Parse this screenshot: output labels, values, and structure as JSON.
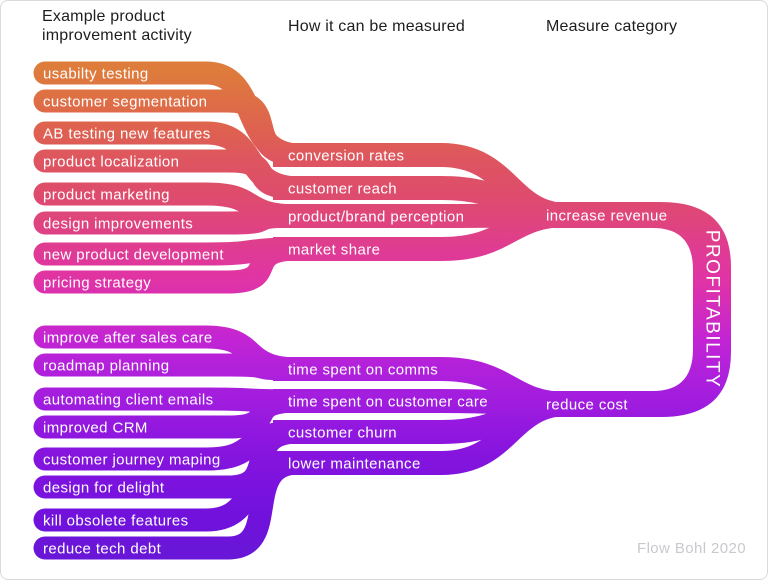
{
  "headers": {
    "col1_line1": "Example product",
    "col1_line2": "improvement activity",
    "col2": "How it can be measured",
    "col3": "Measure category"
  },
  "watermark": "Flow Bohl 2020",
  "diagram": {
    "activities": [
      {
        "label": "usabilty testing",
        "measure": "conversion rates"
      },
      {
        "label": "customer segmentation",
        "measure": "conversion rates"
      },
      {
        "label": "AB testing new features",
        "measure": "customer reach"
      },
      {
        "label": "product localization",
        "measure": "customer reach"
      },
      {
        "label": "product marketing",
        "measure": "product/brand perception"
      },
      {
        "label": "design improvements",
        "measure": "product/brand perception"
      },
      {
        "label": "new product development",
        "measure": "market share"
      },
      {
        "label": "pricing strategy",
        "measure": "market share"
      },
      {
        "label": "improve after sales care",
        "measure": "time spent on comms"
      },
      {
        "label": "roadmap planning",
        "measure": "time spent on comms"
      },
      {
        "label": "automating client emails",
        "measure": "time spent on customer care"
      },
      {
        "label": "improved CRM",
        "measure": "time spent on customer care"
      },
      {
        "label": "customer journey maping",
        "measure": "customer churn"
      },
      {
        "label": "design for delight",
        "measure": "customer churn"
      },
      {
        "label": "kill obsolete features",
        "measure": "lower maintenance"
      },
      {
        "label": "reduce tech debt",
        "measure": "lower maintenance"
      }
    ],
    "measures": [
      {
        "label": "conversion rates",
        "category": "increase revenue"
      },
      {
        "label": "customer reach",
        "category": "increase revenue"
      },
      {
        "label": "product/brand perception",
        "category": "increase revenue"
      },
      {
        "label": "market share",
        "category": "increase revenue"
      },
      {
        "label": "time spent on comms",
        "category": "reduce cost"
      },
      {
        "label": "time spent on customer care",
        "category": "reduce cost"
      },
      {
        "label": "customer churn",
        "category": "reduce cost"
      },
      {
        "label": "lower maintenance",
        "category": "reduce cost"
      }
    ],
    "categories": [
      {
        "label": "increase revenue"
      },
      {
        "label": "reduce cost"
      }
    ],
    "root_label": "PROFITABILITY"
  },
  "colors": {
    "text_on_ribbon": "#ffffff",
    "header_text": "#1e1e1e",
    "watermark_text": "#c9c9cd",
    "border": "#d9d9de",
    "gradient_stops": [
      [
        0,
        "#e28a32"
      ],
      [
        72,
        "#de7b3c"
      ],
      [
        130,
        "#de6150"
      ],
      [
        160,
        "#de5560"
      ],
      [
        193,
        "#de4c6c"
      ],
      [
        222,
        "#df447e"
      ],
      [
        253,
        "#df3a96"
      ],
      [
        281,
        "#e033a6"
      ],
      [
        336,
        "#c425d2"
      ],
      [
        364,
        "#b321da"
      ],
      [
        398,
        "#a21dde"
      ],
      [
        426,
        "#9318df"
      ],
      [
        458,
        "#8414de"
      ],
      [
        486,
        "#7b12de"
      ],
      [
        519,
        "#7011dc"
      ],
      [
        547,
        "#6a16d8"
      ],
      [
        580,
        "#6517d5"
      ]
    ]
  }
}
